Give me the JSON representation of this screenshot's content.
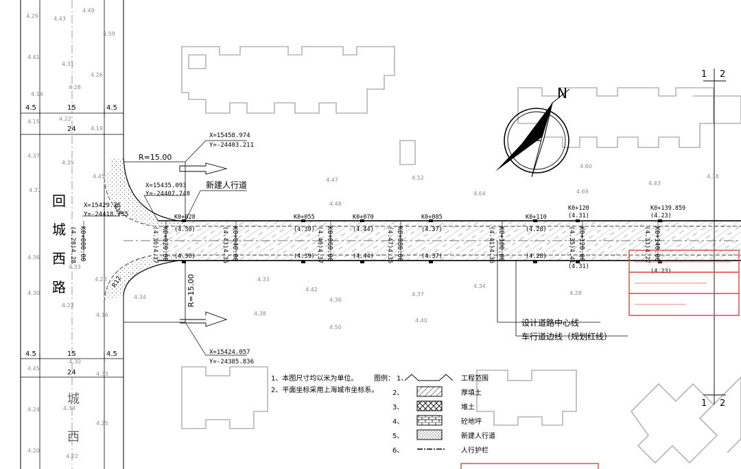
{
  "road_name_top": "回城西路",
  "road_name_bottom": "城西",
  "dims_top": {
    "side_l": "4.5",
    "mid": "15",
    "side_r": "4.5",
    "total": "24"
  },
  "dims_bottom": {
    "side_l": "4.5",
    "mid": "15",
    "side_r": "4.5",
    "total": "24"
  },
  "radius_top": "R=15.00",
  "radius_bottom": "R=15.00",
  "radius_small_top": "R12",
  "radius_small_bottom": "R12",
  "coords": {
    "p1_x": "X=15458.974",
    "p1_y": "Y=-24403.211",
    "p2_x": "X=15435.093",
    "p2_y": "Y=-24407.748",
    "p3_x": "X=15429.75",
    "p3_y": "Y=-24418.735",
    "p4_x": "X=15424.057",
    "p4_y": "Y=-24385.836"
  },
  "new_sidewalk_label": "新建人行道",
  "stations_top": [
    {
      "name": "K0+028",
      "elev": "(4.30)"
    },
    {
      "name": "K0+055",
      "elev": "(4.39)"
    },
    {
      "name": "K0+070",
      "elev": "(4.44)"
    },
    {
      "name": "K0+085",
      "elev": "(4.37)"
    },
    {
      "name": "K0+110",
      "elev": "(4.28)"
    },
    {
      "name": "K0+120",
      "elev": "(4.31)"
    },
    {
      "name": "K0+139.859",
      "elev": "(4.23)"
    }
  ],
  "elev_bottom": [
    "(4.30)",
    "(4.39)",
    "(4.44)",
    "(4.37)",
    "(4.28)",
    "(4.31)",
    "(4.23)"
  ],
  "chainage_vertical": [
    "K0+000.00",
    "K0+020.00",
    "K0+040.00",
    "K0+060.00",
    "K0+080.00",
    "K0+100.00",
    "K0+120.00",
    "K0+140.00"
  ],
  "elev_vertical": [
    "(4.28)4.28",
    "(4.36)4.37",
    "(4.43)4.35",
    "(4.46)4.37",
    "(4.47)4.36",
    "(4.41)4.36",
    "(4.35)4.41",
    "(4.33)4.27"
  ],
  "callout_center": "设计道路中心线",
  "callout_edge": "车行道边线（规划红线）",
  "section_marks": {
    "top_l": "1",
    "top_r": "2",
    "bot_l": "1",
    "bot_r": "2"
  },
  "notes": [
    "1、本图尺寸均以米为单位。",
    "2、平面坐标采用上海城市坐标系。"
  ],
  "legend_title": "图例：",
  "legend": [
    {
      "no": "1、",
      "label": "工程范围"
    },
    {
      "no": "2、",
      "label": "厚填土"
    },
    {
      "no": "3、",
      "label": "堆土"
    },
    {
      "no": "4、",
      "label": "砼地坪"
    },
    {
      "no": "5、",
      "label": "新建人行道"
    },
    {
      "no": "6、",
      "label": "人行护栏"
    }
  ],
  "north_label": "N",
  "colors": {
    "line": "#000000",
    "building": "#b4b4b4",
    "stamp": "#d8473a",
    "text_grey": "#8c8c8c"
  }
}
